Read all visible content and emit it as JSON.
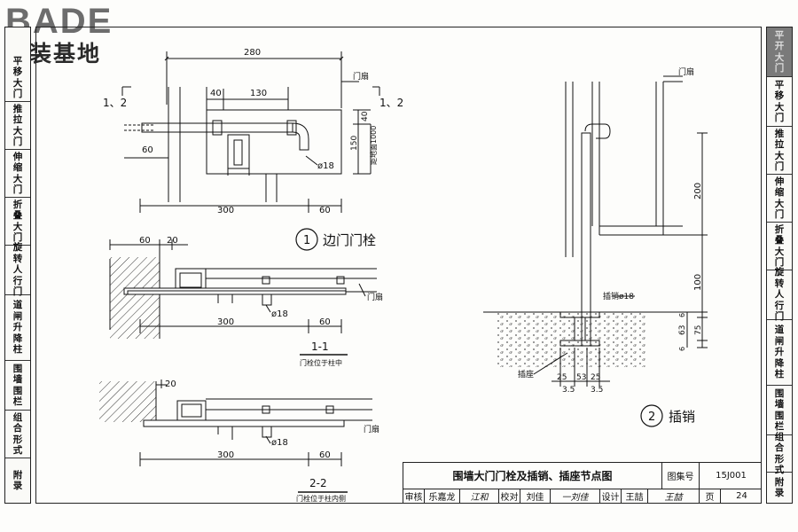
{
  "logo": {
    "brand": "BADE",
    "subtitle": "建装基地"
  },
  "side_tabs": {
    "left": [
      "平移大门",
      "推拉大门",
      "伸缩大门",
      "折叠大门",
      "旋转人行门",
      "道闸升降柱",
      "围墙围栏",
      "组合形式",
      "附录"
    ],
    "right": [
      "平开大门",
      "平移大门",
      "推拉大门",
      "伸缩大门",
      "折叠大门",
      "旋转人行门",
      "道闸升降柱",
      "围墙围栏",
      "组合形式",
      "附录"
    ]
  },
  "plan": {
    "dim_top": "280",
    "dim_40": "40",
    "dim_130": "130",
    "dim_40b": "40",
    "dim_150": "150",
    "dim_h1000": "距地面1000",
    "dim_60": "60",
    "dim_300": "300",
    "dim_60b": "60",
    "rod_label": "ø18",
    "leaf_label": "门扇",
    "cut_left": "1、2",
    "cut_right": "1、2"
  },
  "title1": {
    "number": "1",
    "text": "边门门栓"
  },
  "sec1": {
    "dim_60": "60",
    "dim_20": "20",
    "leaf_label": "门扇",
    "rod_label": "ø18",
    "dim_300": "300",
    "dim_60b": "60",
    "caption": "1-1",
    "note": "门栓位于柱中"
  },
  "sec2": {
    "dim_20": "20",
    "leaf_label": "门扇",
    "rod_label": "ø18",
    "dim_300": "300",
    "dim_60": "60",
    "caption": "2-2",
    "note": "门栓位于柱内侧"
  },
  "pin": {
    "leaf_label": "门扇",
    "dim_200": "200",
    "dim_100": "100",
    "dim_6a": "6",
    "dim_63": "63",
    "dim_75": "75",
    "dim_6b": "6",
    "pin_label": "插销ø18",
    "socket_label": "插座",
    "dim_25a": "25",
    "dim_53": "53",
    "dim_25b": "25",
    "dim_35a": "3.5",
    "dim_35b": "3.5"
  },
  "title2": {
    "number": "2",
    "text": "插销"
  },
  "title_block": {
    "title": "围墙大门门栓及插销、插座节点图",
    "atlas_label": "图集号",
    "atlas_no": "15J001",
    "review_label": "审核",
    "reviewer": "乐嘉龙",
    "reviewer_sig": "江和",
    "check_label": "校对",
    "checker": "刘佳",
    "checker_sig": "一刘佳",
    "design_label": "设计",
    "designer": "王喆",
    "designer_sig": "王喆",
    "page_label": "页",
    "page_no": "24"
  }
}
